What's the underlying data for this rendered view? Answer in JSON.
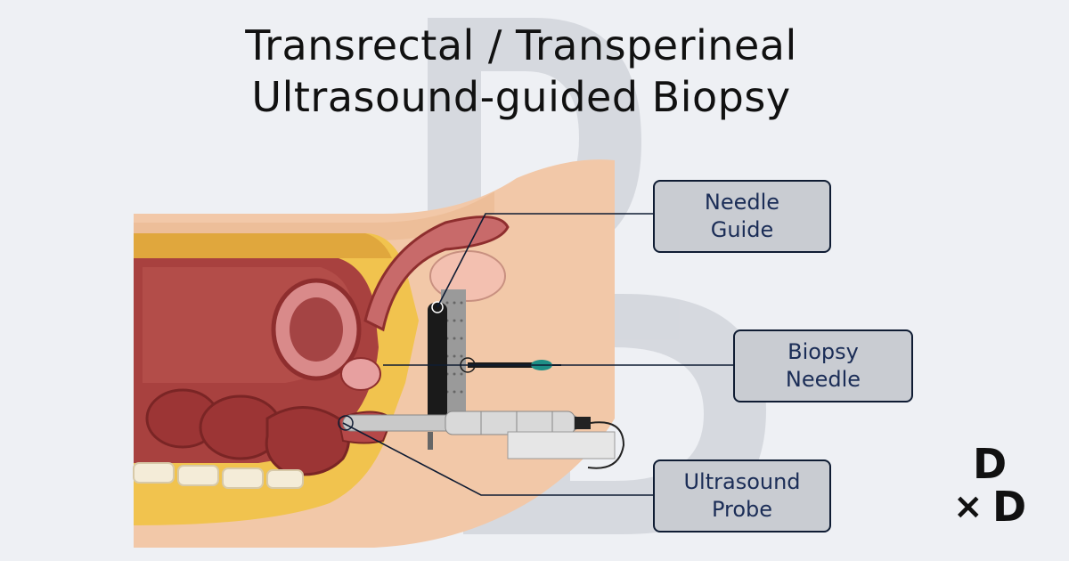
{
  "title": {
    "line1": "Transrectal / Transperineal",
    "line2": "Ultrasound-guided Biopsy"
  },
  "callouts": {
    "needle_guide": [
      "Needle",
      "Guide"
    ],
    "biopsy_needle": [
      "Biopsy",
      "Needle"
    ],
    "ultrasound_probe": [
      "Ultrasound",
      "Probe"
    ]
  },
  "logo": {
    "top": "D",
    "cross": "×",
    "bottom": "D"
  },
  "colors": {
    "background": "#eef0f4",
    "callout_fill": "#c9ccd2",
    "callout_border": "#0f1c33",
    "callout_text": "#1b2d57",
    "skin": "#f2c8a8",
    "fat": "#f1c34e",
    "muscle": "#a8413f",
    "device": "#1a1a1a",
    "steel": "#c9c9c9",
    "watermark": "#c2c6cd"
  }
}
